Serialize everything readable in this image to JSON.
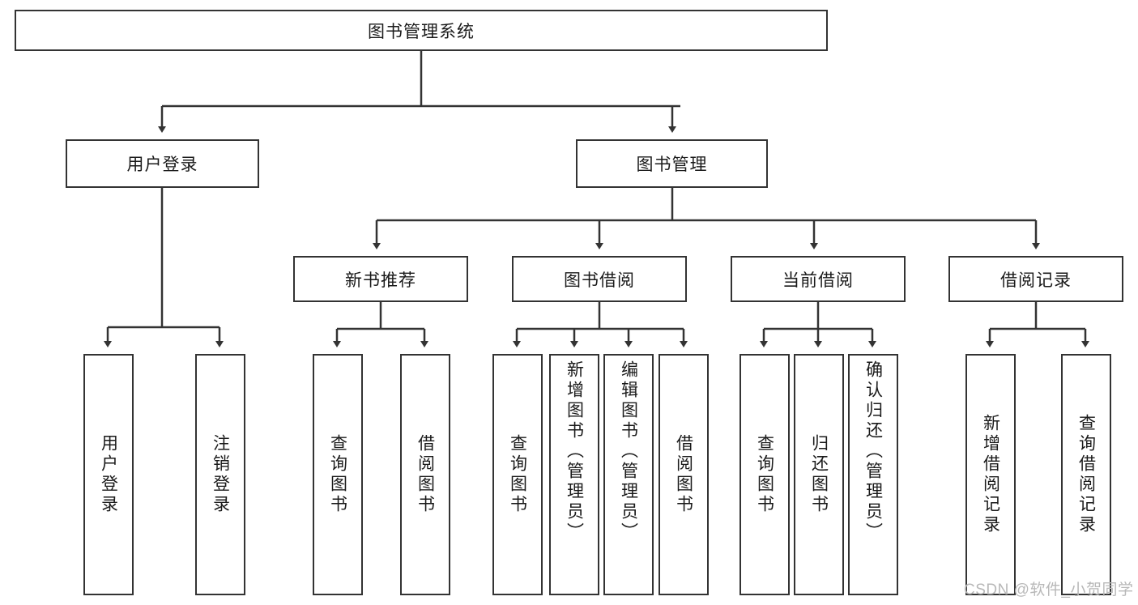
{
  "diagram": {
    "type": "tree-hierarchy",
    "title": "图书管理系统",
    "root": {
      "label": "图书管理系统"
    },
    "level2": [
      {
        "label": "用户登录"
      },
      {
        "label": "图书管理"
      }
    ],
    "level3": [
      {
        "label": "新书推荐"
      },
      {
        "label": "图书借阅"
      },
      {
        "label": "当前借阅"
      },
      {
        "label": "借阅记录"
      }
    ],
    "leaves": {
      "user_login": [
        {
          "label": "用户登录"
        },
        {
          "label": "注销登录"
        }
      ],
      "new_book_recommend": [
        {
          "label": "查询图书"
        },
        {
          "label": "借阅图书"
        }
      ],
      "book_borrow": [
        {
          "label": "查询图书"
        },
        {
          "label": "新增图书（管理员）"
        },
        {
          "label": "编辑图书（管理员）"
        },
        {
          "label": "借阅图书"
        }
      ],
      "current_borrow": [
        {
          "label": "查询图书"
        },
        {
          "label": "归还图书"
        },
        {
          "label": "确认归还（管理员）"
        }
      ],
      "borrow_record": [
        {
          "label": "新增借阅记录"
        },
        {
          "label": "查询借阅记录"
        }
      ]
    }
  },
  "watermark": {
    "text": "CSDN @软件_小贺同学"
  },
  "colors": {
    "stroke": "#333333",
    "fill": "#ffffff",
    "text": "#1a1a1a",
    "watermark": "#b8b8b8"
  }
}
